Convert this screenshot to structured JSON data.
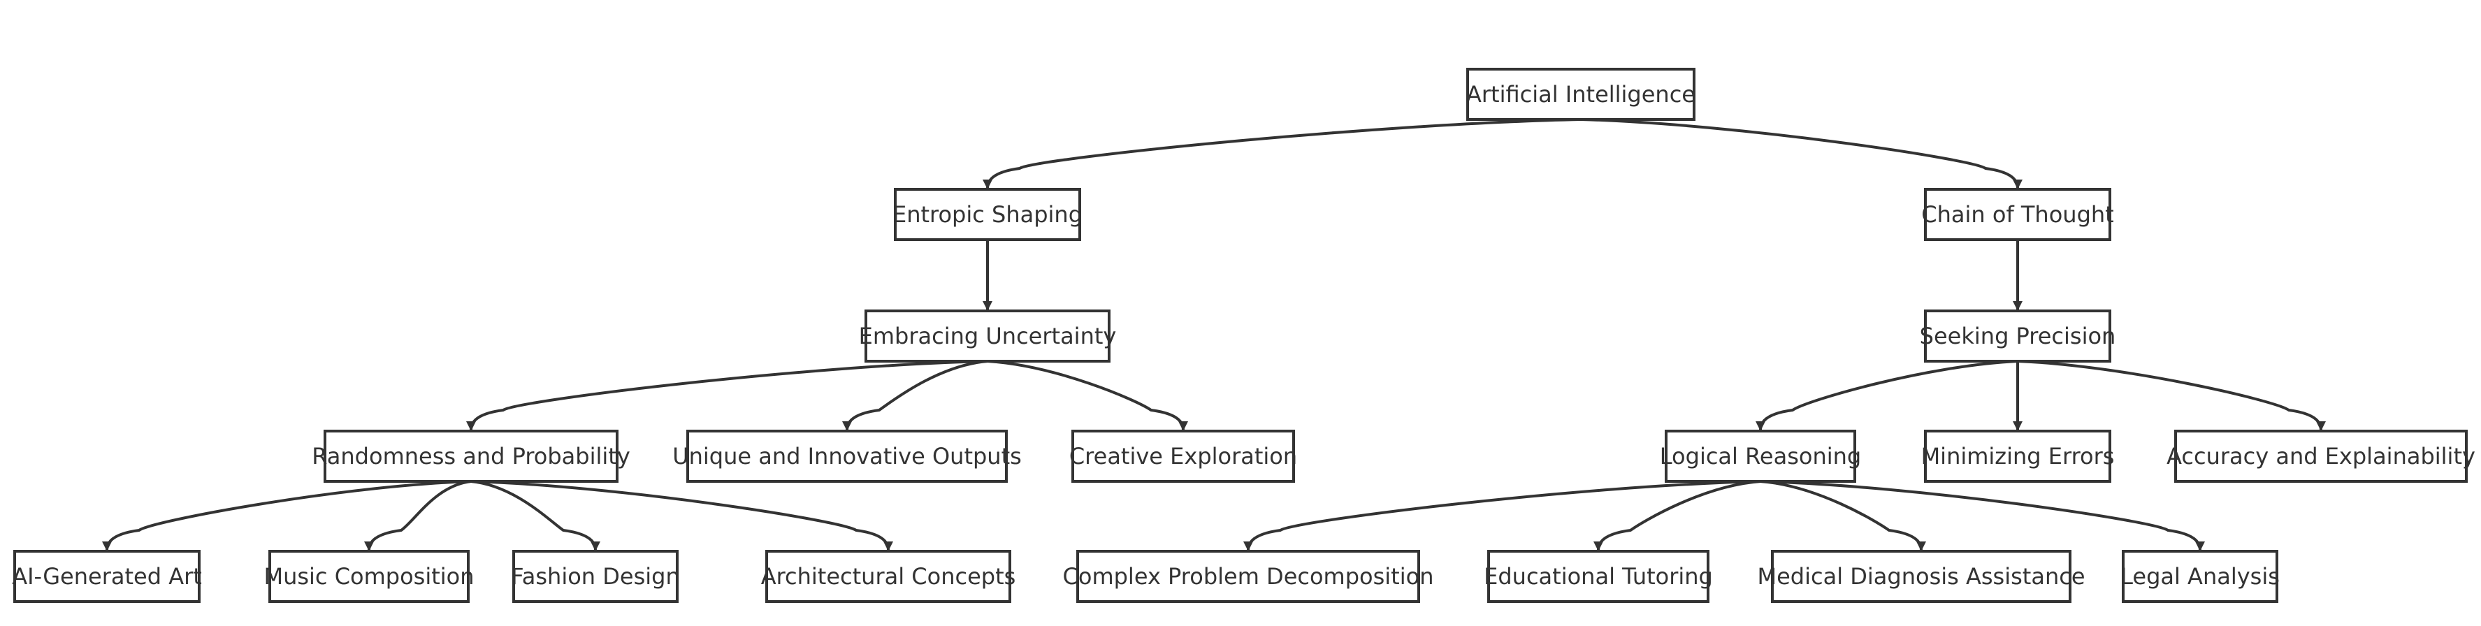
{
  "diagram": {
    "type": "flowchart-tree",
    "colors": {
      "node_fill": "#ffffff",
      "node_stroke": "#333333",
      "edge": "#333333",
      "text": "#333333"
    },
    "nodes": [
      {
        "id": "ai",
        "label": "Artificial Intelligence"
      },
      {
        "id": "entropic",
        "label": "Entropic Shaping"
      },
      {
        "id": "cot",
        "label": "Chain of Thought"
      },
      {
        "id": "uncertainty",
        "label": "Embracing Uncertainty"
      },
      {
        "id": "precision",
        "label": "Seeking Precision"
      },
      {
        "id": "randomness",
        "label": "Randomness and Probability"
      },
      {
        "id": "unique",
        "label": "Unique and Innovative Outputs"
      },
      {
        "id": "creative",
        "label": "Creative Exploration"
      },
      {
        "id": "logical",
        "label": "Logical Reasoning"
      },
      {
        "id": "minimizing",
        "label": "Minimizing Errors"
      },
      {
        "id": "accuracy",
        "label": "Accuracy and Explainability"
      },
      {
        "id": "art",
        "label": "AI-Generated Art"
      },
      {
        "id": "music",
        "label": "Music Composition"
      },
      {
        "id": "fashion",
        "label": "Fashion Design"
      },
      {
        "id": "architecture",
        "label": "Architectural Concepts"
      },
      {
        "id": "complex",
        "label": "Complex Problem Decomposition"
      },
      {
        "id": "tutoring",
        "label": "Educational Tutoring"
      },
      {
        "id": "medical",
        "label": "Medical Diagnosis Assistance"
      },
      {
        "id": "legal",
        "label": "Legal Analysis"
      }
    ],
    "edges": [
      {
        "from": "ai",
        "to": "entropic"
      },
      {
        "from": "ai",
        "to": "cot"
      },
      {
        "from": "entropic",
        "to": "uncertainty"
      },
      {
        "from": "cot",
        "to": "precision"
      },
      {
        "from": "uncertainty",
        "to": "randomness"
      },
      {
        "from": "uncertainty",
        "to": "unique"
      },
      {
        "from": "uncertainty",
        "to": "creative"
      },
      {
        "from": "precision",
        "to": "logical"
      },
      {
        "from": "precision",
        "to": "minimizing"
      },
      {
        "from": "precision",
        "to": "accuracy"
      },
      {
        "from": "randomness",
        "to": "art"
      },
      {
        "from": "randomness",
        "to": "music"
      },
      {
        "from": "randomness",
        "to": "fashion"
      },
      {
        "from": "randomness",
        "to": "architecture"
      },
      {
        "from": "logical",
        "to": "complex"
      },
      {
        "from": "logical",
        "to": "tutoring"
      },
      {
        "from": "logical",
        "to": "medical"
      },
      {
        "from": "logical",
        "to": "legal"
      }
    ]
  }
}
